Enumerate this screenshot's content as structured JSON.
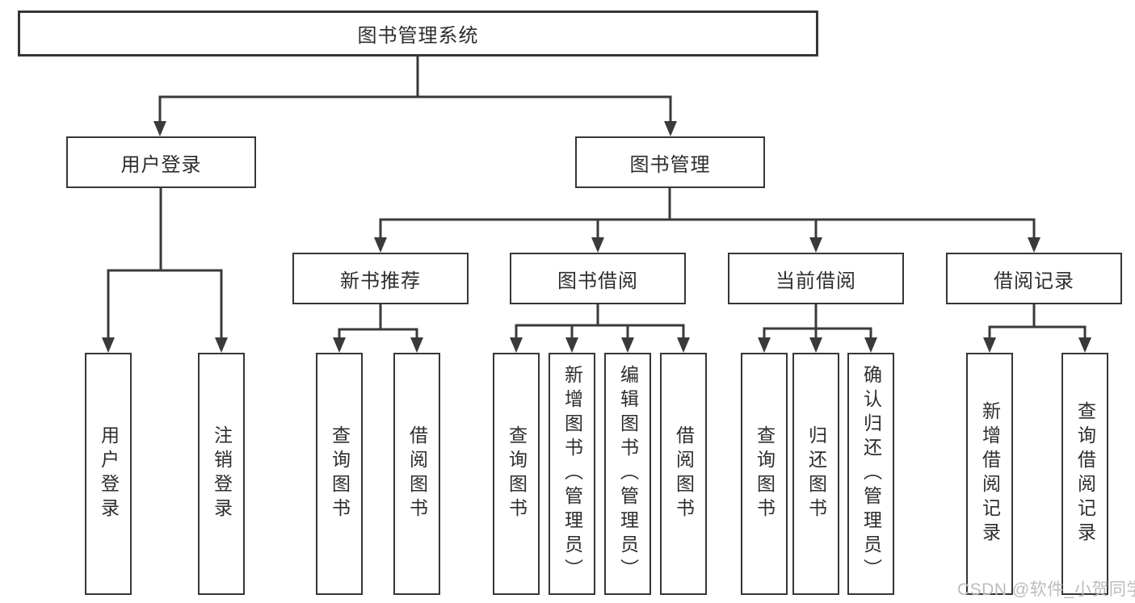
{
  "diagram": {
    "type": "hierarchy-tree",
    "root": {
      "label": "图书管理系统",
      "children": [
        {
          "label": "用户登录",
          "children": [
            {
              "label": "用户登录"
            },
            {
              "label": "注销登录"
            }
          ]
        },
        {
          "label": "图书管理",
          "children": [
            {
              "label": "新书推荐",
              "children": [
                {
                  "label": "查询图书"
                },
                {
                  "label": "借阅图书"
                }
              ]
            },
            {
              "label": "图书借阅",
              "children": [
                {
                  "label": "查询图书"
                },
                {
                  "label": "新增图书（管理员）"
                },
                {
                  "label": "编辑图书（管理员）"
                },
                {
                  "label": "借阅图书"
                }
              ]
            },
            {
              "label": "当前借阅",
              "children": [
                {
                  "label": "查询图书"
                },
                {
                  "label": "归还图书"
                },
                {
                  "label": "确认归还（管理员）"
                }
              ]
            },
            {
              "label": "借阅记录",
              "children": [
                {
                  "label": "新增借阅记录"
                },
                {
                  "label": "查询借阅记录"
                }
              ]
            }
          ]
        }
      ]
    }
  },
  "watermark": {
    "text": "CSDN @软件_小贺同学"
  },
  "colors": {
    "line": "#3a3a3a",
    "box_border": "#363636",
    "text": "#2d2d2d",
    "watermark": "#bcbcbc",
    "background": "#ffffff"
  }
}
